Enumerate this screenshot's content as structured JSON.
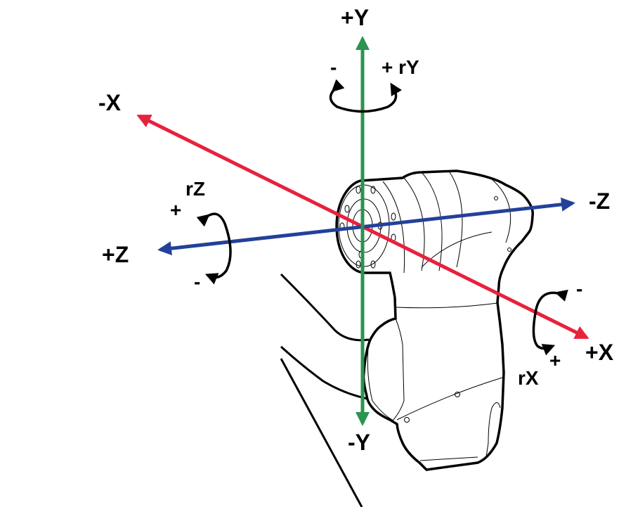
{
  "labels": {
    "plus_y": "+Y",
    "minus_y": "-Y",
    "minus_x": "-X",
    "plus_x": "+X",
    "minus_z": "-Z",
    "plus_z": "+Z",
    "rz": "rZ",
    "rz_plus": "+",
    "rz_minus": "-",
    "ry_minus": "-",
    "ry_plus": "+ rY",
    "rx": "rX",
    "rx_plus": "+",
    "rx_minus": "-"
  },
  "colors": {
    "x_axis": "#e8213c",
    "y_axis": "#2a9450",
    "z_axis": "#23419a",
    "outline": "#000000"
  }
}
